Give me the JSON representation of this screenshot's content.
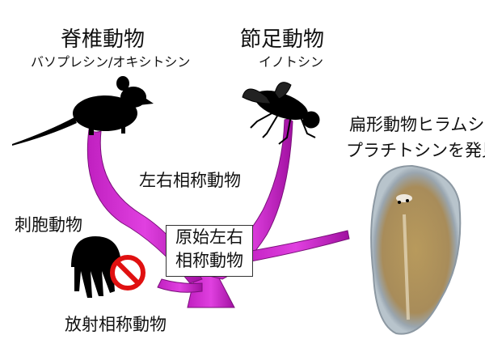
{
  "vertebrates": {
    "title": "脊椎動物",
    "hormones": "バソプレシン/オキシトシン"
  },
  "arthropods": {
    "title": "節足動物",
    "hormone": "イノトシン"
  },
  "flatworm": {
    "line1": "扁形動物ヒラムシ",
    "line2": "プラチトシンを発見"
  },
  "bilateria": "左右相称動物",
  "cnidaria": "刺胞動物",
  "urbilateria": {
    "line1": "原始左右",
    "line2": "相称動物"
  },
  "radiata": "放射相称動物",
  "colors": {
    "tree": "#d633d6",
    "tree_dark": "#8a1a8a",
    "no_sign": "#e01010"
  }
}
